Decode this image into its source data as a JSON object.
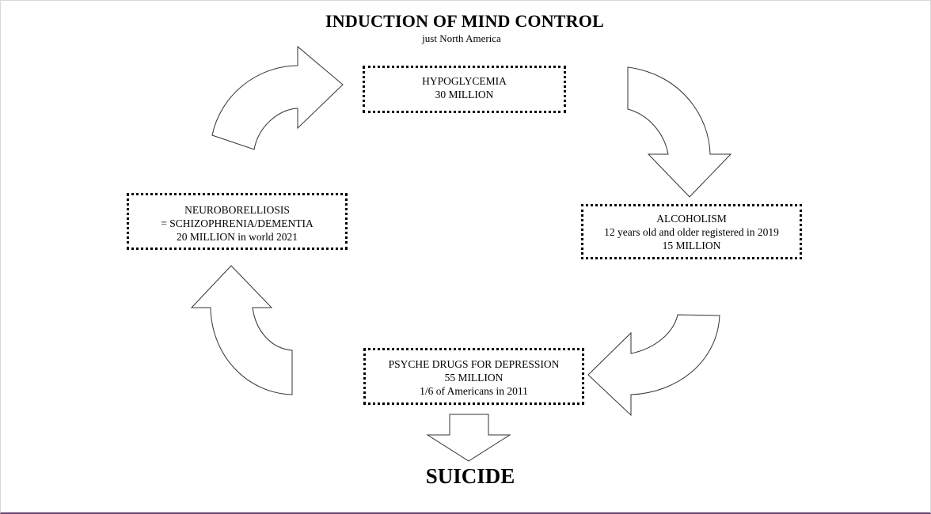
{
  "diagram": {
    "title": "INDUCTION OF MIND CONTROL",
    "subtitle": "just North America",
    "nodes": [
      {
        "id": "hypoglycemia",
        "lines": [
          "HYPOGLYCEMIA",
          "30 MILLION"
        ]
      },
      {
        "id": "alcoholism",
        "lines": [
          "ALCOHOLISM",
          "12 years old and older registered in 2019",
          "15 MILLION"
        ]
      },
      {
        "id": "psyche-drugs",
        "lines": [
          "PSYCHE DRUGS FOR DEPRESSION",
          "55 MILLION",
          "1/6 of Americans in 2011"
        ]
      },
      {
        "id": "neuroborelliosis",
        "lines": [
          "NEUROBORELLIOSIS",
          "= SCHIZOPHRENIA/DEMENTIA",
          "20 MILLION  in world 2021"
        ]
      }
    ],
    "outcome": "SUICIDE"
  },
  "arrows": {
    "fill": "#ffffff",
    "stroke": "#333333",
    "flow": [
      "neuroborelliosis→hypoglycemia",
      "hypoglycemia→alcoholism",
      "alcoholism→psyche-drugs",
      "psyche-drugs→neuroborelliosis",
      "psyche-drugs→suicide"
    ]
  }
}
